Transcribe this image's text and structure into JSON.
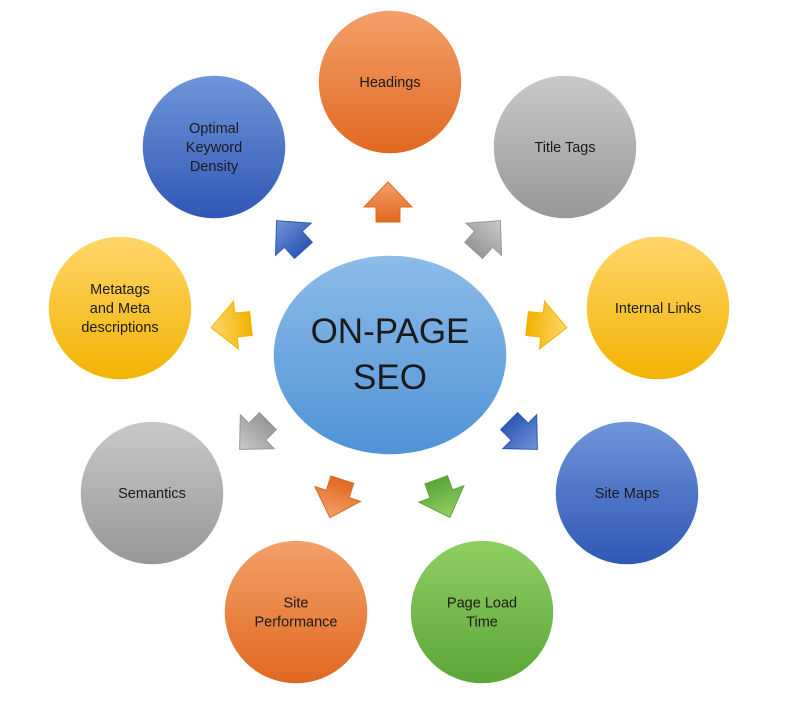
{
  "center": {
    "lines": [
      "ON-PAGE",
      "SEO"
    ]
  },
  "colors": {
    "orange": [
      "#f4a06b",
      "#e0681f"
    ],
    "gray": [
      "#c9c9c9",
      "#979797"
    ],
    "yellow": [
      "#ffd66a",
      "#f2b300"
    ],
    "blue": [
      "#6f96da",
      "#2f57b5"
    ],
    "green": [
      "#8fcf62",
      "#5ba537"
    ],
    "center": [
      "#8dbce9",
      "#4f93d6"
    ]
  },
  "nodes": [
    {
      "id": "headings",
      "lines": [
        "Headings"
      ],
      "color": "orange"
    },
    {
      "id": "title-tags",
      "lines": [
        "Title Tags"
      ],
      "color": "gray"
    },
    {
      "id": "internal-links",
      "lines": [
        "Internal Links"
      ],
      "color": "yellow"
    },
    {
      "id": "site-maps",
      "lines": [
        "Site Maps"
      ],
      "color": "blue"
    },
    {
      "id": "page-load-time",
      "lines": [
        "Page Load",
        "Time"
      ],
      "color": "green"
    },
    {
      "id": "site-performance",
      "lines": [
        "Site",
        "Performance"
      ],
      "color": "orange"
    },
    {
      "id": "semantics",
      "lines": [
        "Semantics"
      ],
      "color": "gray"
    },
    {
      "id": "metatags",
      "lines": [
        "Metatags",
        "and Meta",
        "descriptions"
      ],
      "color": "yellow"
    },
    {
      "id": "optimal-keyword-density",
      "lines": [
        "Optimal",
        "Keyword",
        "Density"
      ],
      "color": "blue"
    }
  ],
  "arrows": [
    {
      "target": "headings",
      "color": "orange"
    },
    {
      "target": "title-tags",
      "color": "gray"
    },
    {
      "target": "internal-links",
      "color": "yellow"
    },
    {
      "target": "site-maps",
      "color": "blue"
    },
    {
      "target": "page-load-time",
      "color": "green"
    },
    {
      "target": "site-performance",
      "color": "orange"
    },
    {
      "target": "semantics",
      "color": "gray"
    },
    {
      "target": "metatags",
      "color": "yellow"
    },
    {
      "target": "optimal-keyword-density",
      "color": "blue"
    }
  ]
}
